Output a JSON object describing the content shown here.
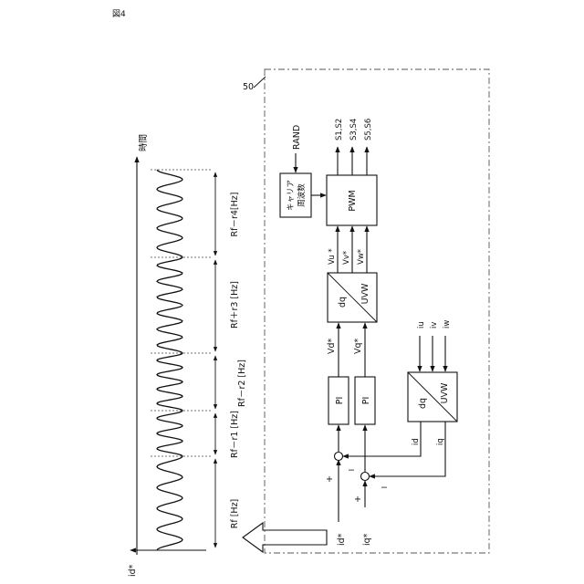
{
  "figure_label": "図4",
  "ref_numeral": "50",
  "waveform": {
    "y_axis_label": "id*",
    "x_axis_label": "時間",
    "segments": [
      {
        "label": "Rf [Hz]",
        "cycles": 4.5
      },
      {
        "label": "Rf－r1 [Hz]",
        "cycles": 3
      },
      {
        "label": "Rf－r2 [Hz]",
        "cycles": 4
      },
      {
        "label": "Rf＋r3 [Hz]",
        "cycles": 6
      },
      {
        "label": "Rf－r4[Hz]",
        "cycles": 4.5
      }
    ]
  },
  "control": {
    "input_d": "id*",
    "input_q": "iq*",
    "plus": "+",
    "minus": "−",
    "pi_label": "PI",
    "vd_label": "Vd*",
    "vq_label": "Vq*",
    "dq_uvw": {
      "dq": "dq",
      "uvw": "UVW"
    },
    "vu_label": "Vu *",
    "vv_label": "Vv*",
    "vw_label": "Vw*",
    "pwm_label": "PWM",
    "carrier_line1": "キャリア",
    "carrier_line2": "周波数",
    "rand_label": "RAND",
    "outputs": [
      "S1,S2",
      "S3,S4",
      "S5,S6"
    ],
    "uvw_dq": {
      "uvw": "UVW",
      "dq": "dq"
    },
    "iu_label": "iu",
    "iv_label": "iv",
    "iw_label": "iw",
    "id_label": "id",
    "iq_label": "iq"
  }
}
